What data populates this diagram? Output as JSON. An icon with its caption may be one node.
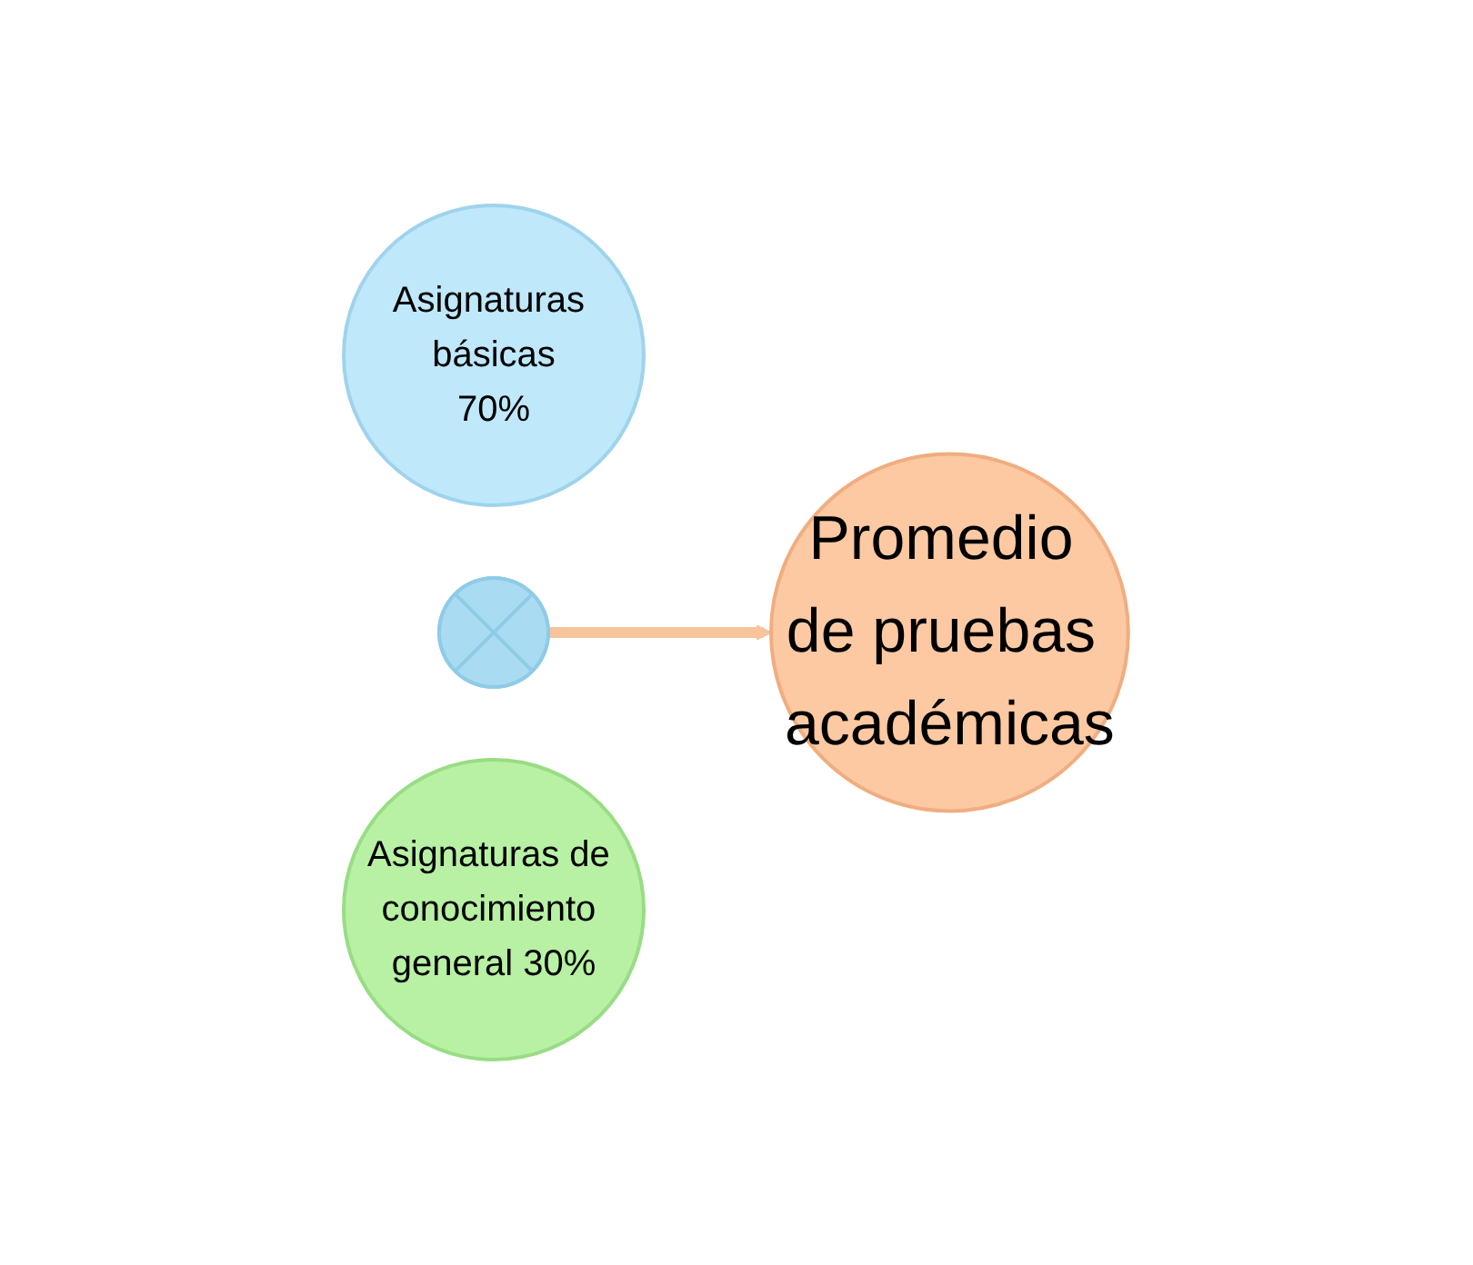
{
  "diagram": {
    "nodes": [
      {
        "text": [
          "Asignaturas básicas",
          "70%"
        ]
      },
      {
        "text": [],
        "shape": "cross"
      },
      {
        "text": [
          "Asignaturas de conocimiento general 30%"
        ]
      },
      {
        "text": [
          "Promedio de pruebas académicas"
        ]
      }
    ],
    "edges": [
      {
        "from": 1,
        "to": 3,
        "arrow": "to",
        "color": "#f8c49c"
      }
    ]
  }
}
